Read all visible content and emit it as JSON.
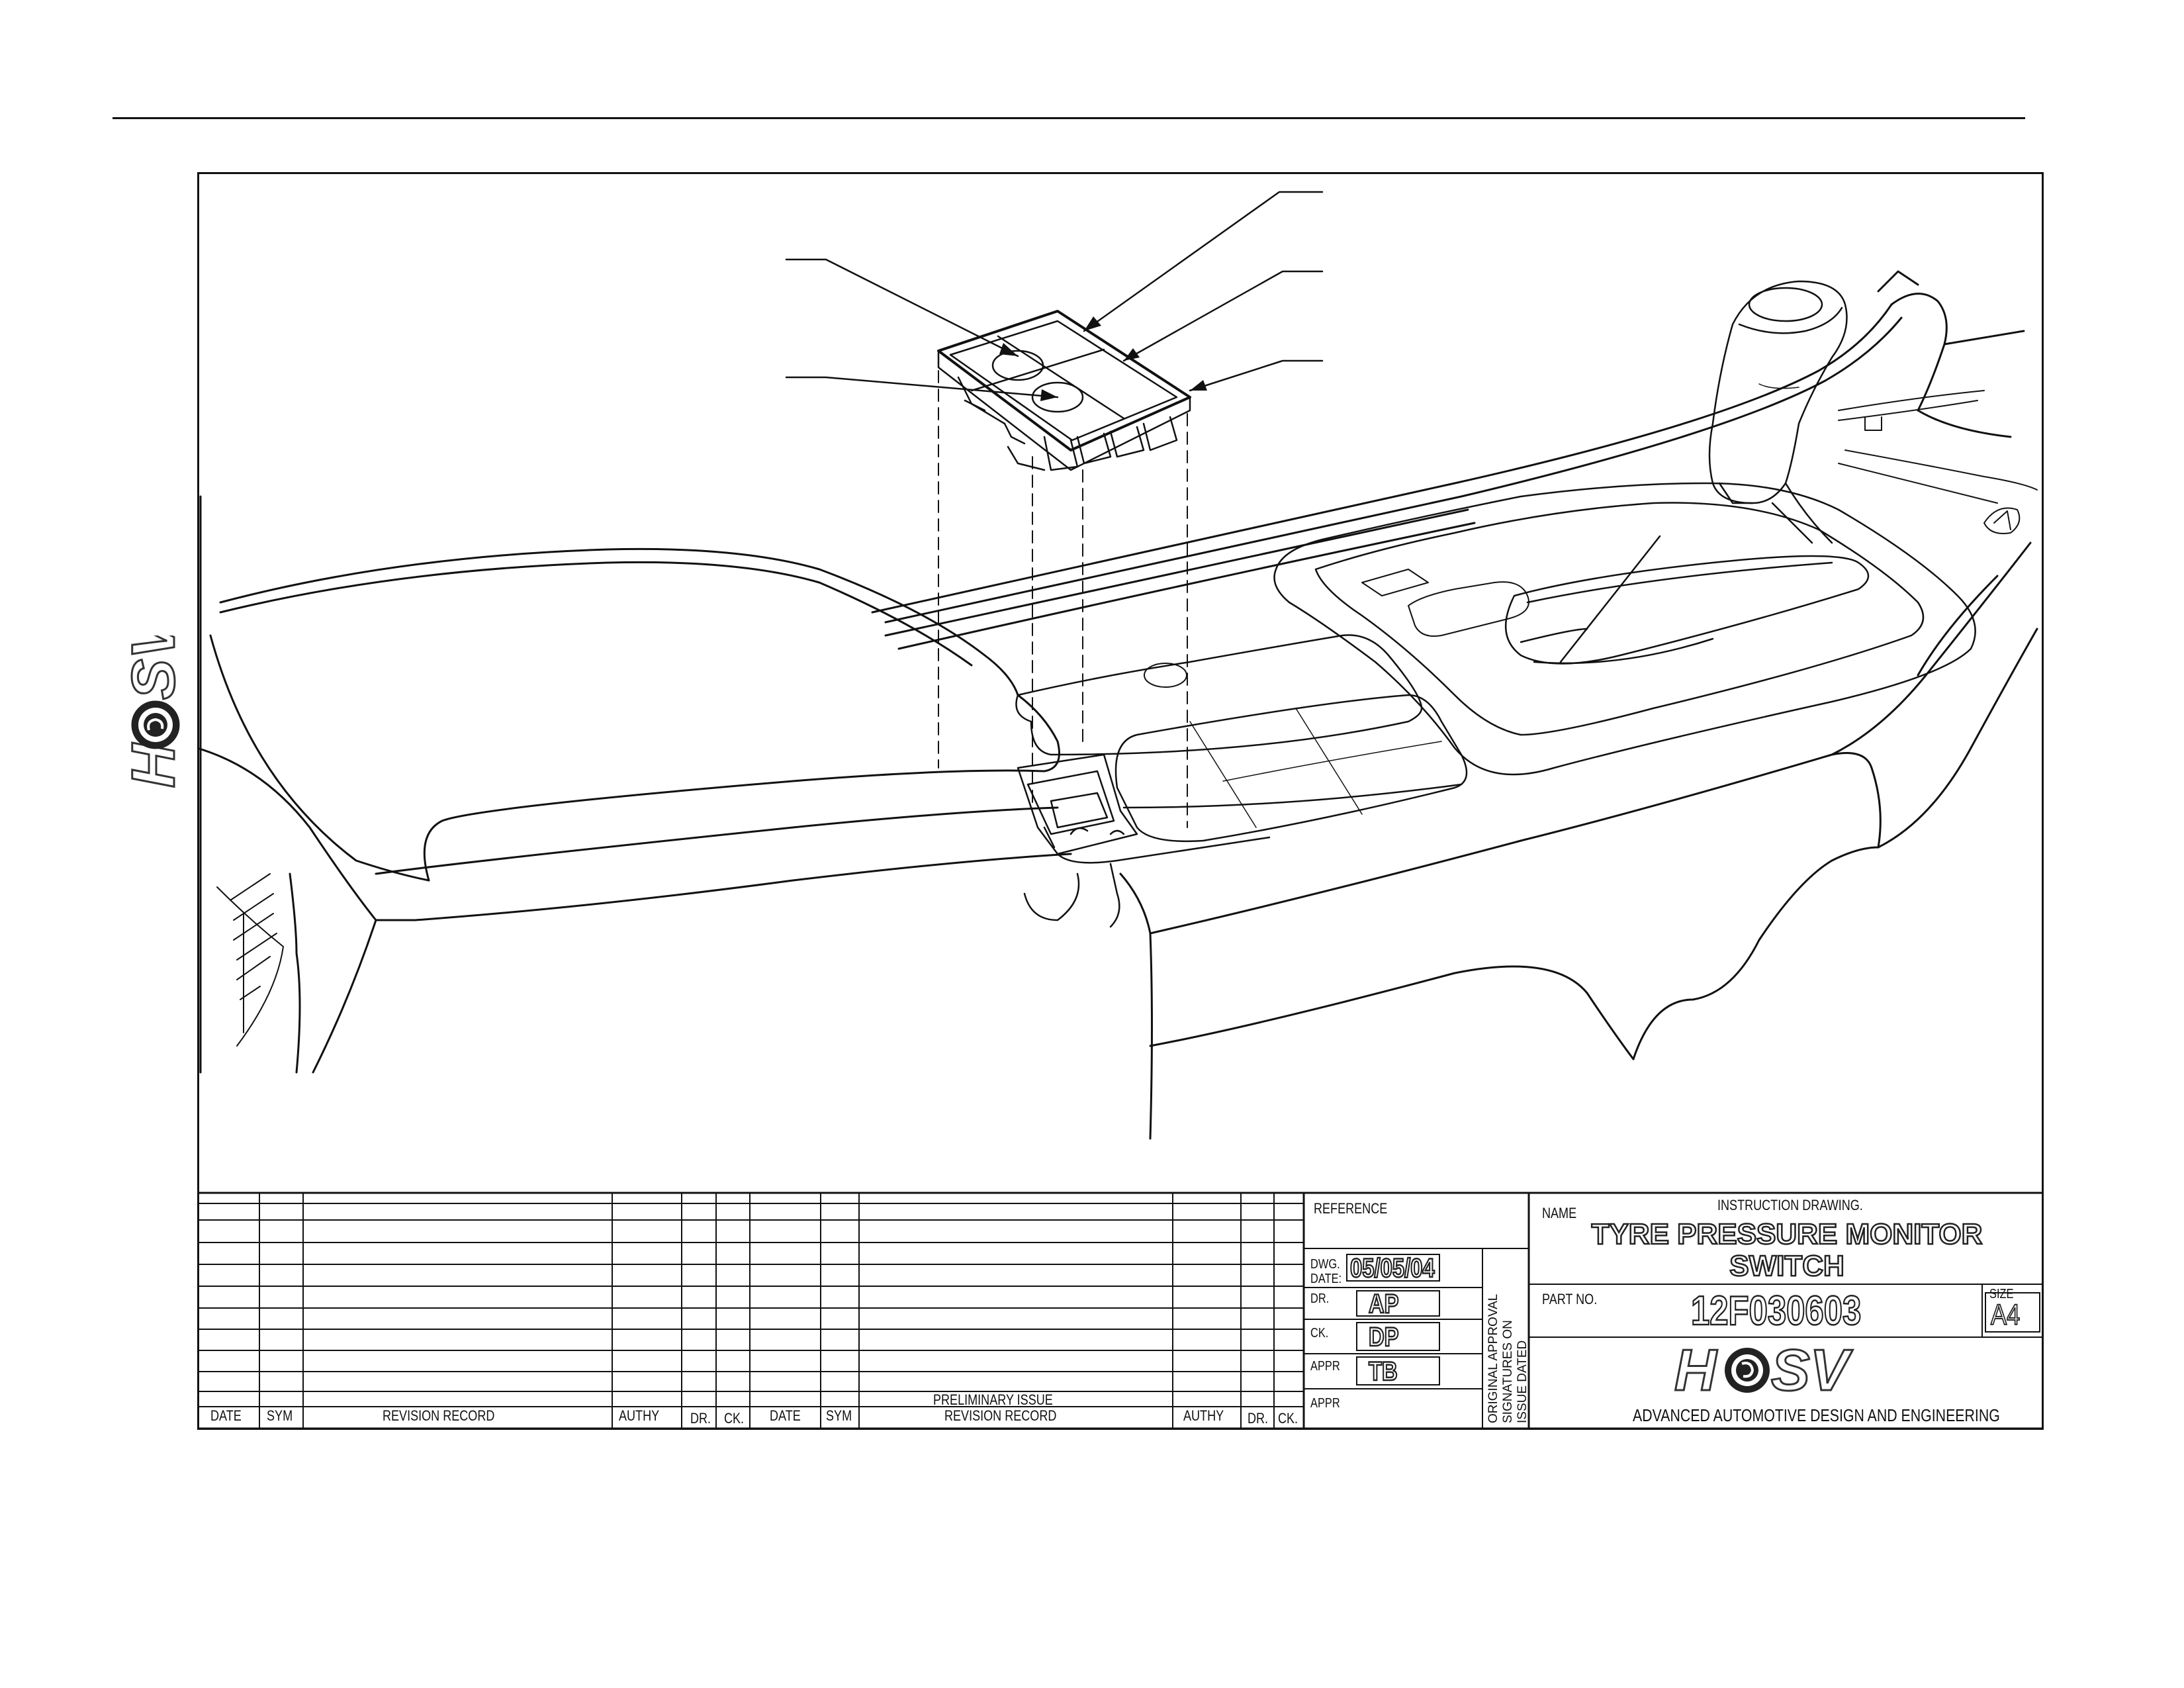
{
  "logo": {
    "text": "HSV"
  },
  "revision_table": {
    "headers_left": [
      "DATE",
      "SYM",
      "REVISION RECORD",
      "AUTHY",
      "DR.",
      "CK."
    ],
    "headers_right": [
      "DATE",
      "SYM",
      "REVISION RECORD",
      "AUTHY",
      "DR.",
      "CK."
    ],
    "preliminary_note": "PRELIMINARY ISSUE"
  },
  "approvals": {
    "reference_label": "REFERENCE",
    "dwg_date_label_1": "DWG.",
    "dwg_date_label_2": "DATE:",
    "dwg_date_value": "05/05/04",
    "dr_label": "DR.",
    "dr_value": "AP",
    "ck_label": "CK.",
    "ck_value": "DP",
    "appr_label": "APPR",
    "appr_value": "TB",
    "appr2_label": "APPR",
    "signature_note_1": "ORIGINAL APPROVAL",
    "signature_note_2": "SIGNATURES ON",
    "signature_note_3": "ISSUE DATED"
  },
  "title_block": {
    "name_label": "NAME",
    "drawing_type": "INSTRUCTION DRAWING.",
    "title_line1": "TYRE PRESSURE MONITOR",
    "title_line2": "SWITCH",
    "part_no_label": "PART NO.",
    "part_no_value": "12F030603",
    "size_label": "SIZE",
    "size_value": "A4",
    "company_logo": "HSV",
    "company_tagline": "ADVANCED AUTOMOTIVE DESIGN AND ENGINEERING"
  }
}
